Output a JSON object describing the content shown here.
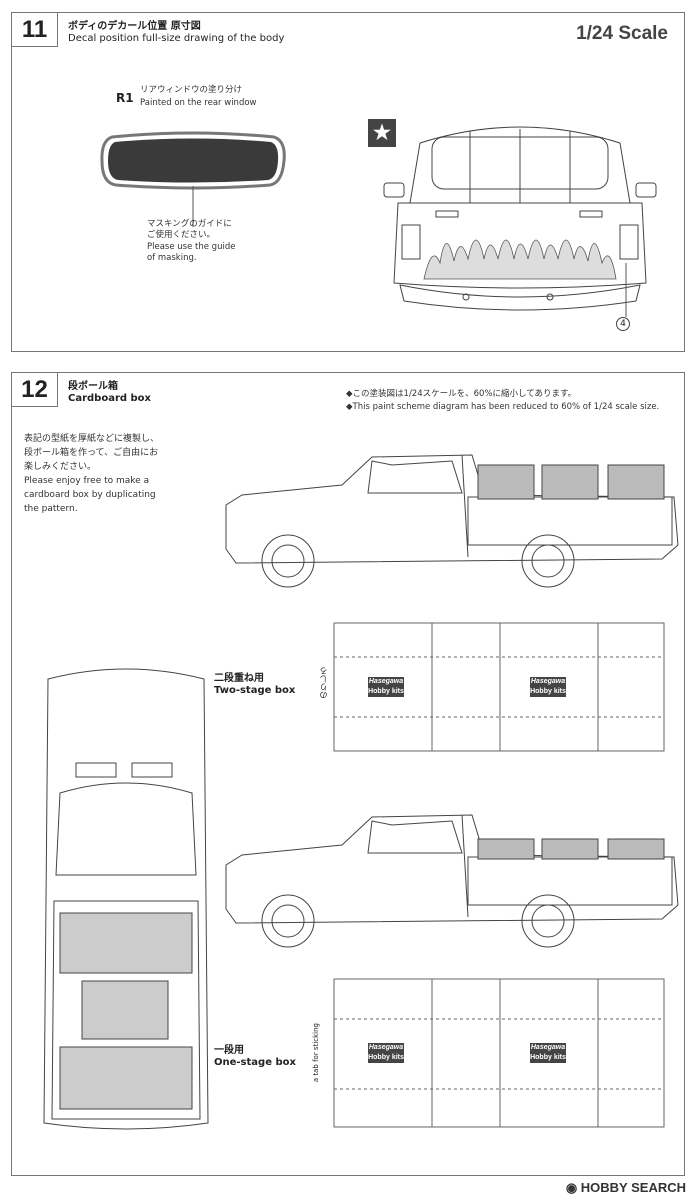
{
  "step11": {
    "number": "11",
    "title_jp": "ボディのデカール位置 原寸図",
    "title_en": "Decal position full-size drawing of the body",
    "scale": "1/24 Scale",
    "r1_code": "R1",
    "r1_jp": "リアウィンドウの塗り分け",
    "r1_en": "Painted on the rear window",
    "mask_jp_1": "マスキングのガイドに",
    "mask_jp_2": "ご使用ください。",
    "mask_en_1": "Please use the guide",
    "mask_en_2": "of masking.",
    "callout": "4"
  },
  "step12": {
    "number": "12",
    "title_jp": "段ボール箱",
    "title_en": "Cardboard box",
    "reduce_jp": "◆この塗装図は1/24スケールを、60%に縮小してあります。",
    "reduce_en": "◆This paint scheme diagram has been reduced to 60% of 1/24 scale size.",
    "intro_jp_1": "表記の型紙を厚紙などに複製し、",
    "intro_jp_2": "段ボール箱を作って、ご自由にお",
    "intro_jp_3": "楽しみください。",
    "intro_en_1": "Please enjoy free to make a",
    "intro_en_2": "cardboard box by duplicating",
    "intro_en_3": "the pattern.",
    "two_stage_jp": "二段重ね用",
    "two_stage_en": "Two-stage box",
    "one_stage_jp": "一段用",
    "one_stage_en": "One-stage box",
    "tab_jp": "のりしろ",
    "tab_en": "a tab for sticking",
    "logo_brand": "Hasegawa",
    "logo_sub": "Hobby kits"
  },
  "footer": {
    "brand": "HOBBY SEARCH"
  }
}
